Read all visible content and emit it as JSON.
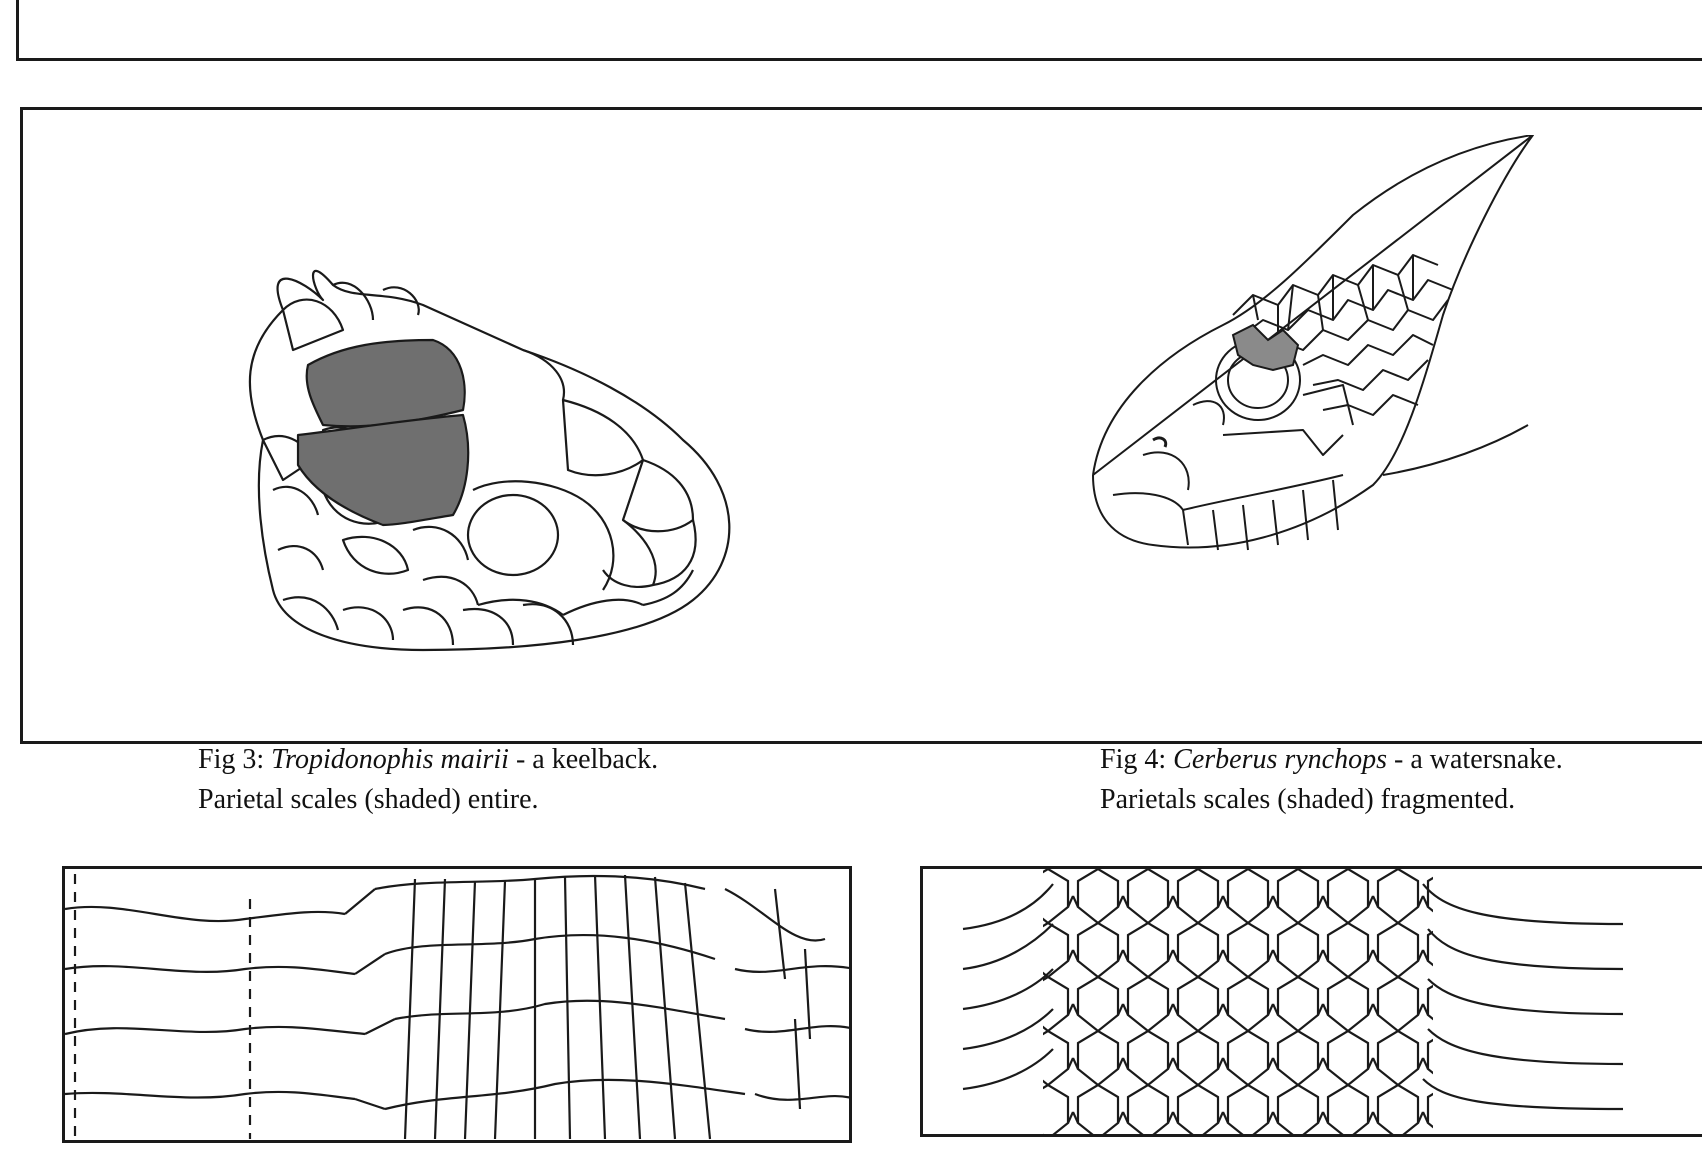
{
  "figures": {
    "fig3": {
      "label": "Fig 3:",
      "species": "Tropidonophis mairii",
      "common": "- a keelback.",
      "note": "Parietal scales (shaded) entire."
    },
    "fig4": {
      "label": "Fig 4:",
      "species": "Cerberus rynchops",
      "common": "- a watersnake.",
      "note": "Parietals scales (shaded) fragmented."
    }
  },
  "colors": {
    "line": "#1a1a1a",
    "shade": "#6f6f6f",
    "background": "#ffffff"
  }
}
